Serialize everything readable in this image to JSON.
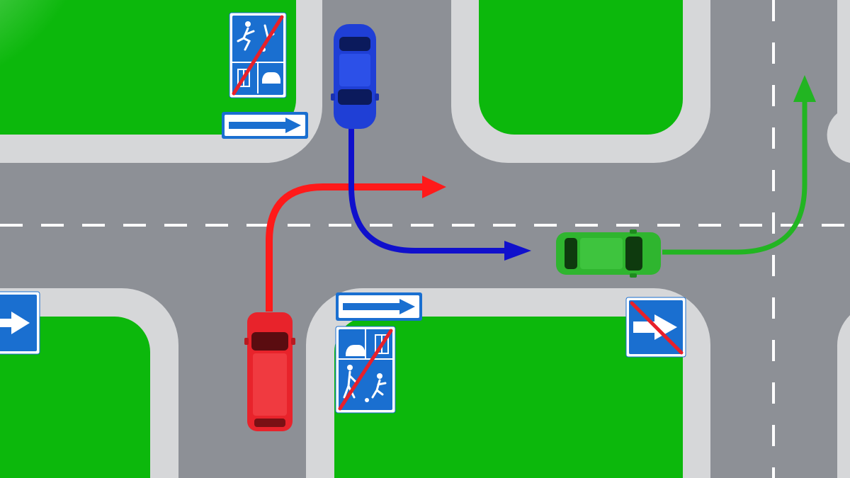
{
  "colors": {
    "road": "#8d9096",
    "sidewalk": "#d6d7d9",
    "grass": "#0cb80c",
    "lane_marking": "#ffffff",
    "sign_blue": "#1a6fd0",
    "sign_cross": "#e8202a",
    "red_car": "#e8232b",
    "blue_car": "#1f3fd6",
    "green_car": "#2fb52f",
    "red_path": "#ff1a1a",
    "blue_path": "#1010cc",
    "green_path": "#22b522"
  },
  "cars": [
    {
      "id": "blue",
      "heading": "south"
    },
    {
      "id": "red",
      "heading": "north"
    },
    {
      "id": "green",
      "heading": "east"
    }
  ],
  "paths": [
    {
      "id": "red",
      "manoeuvre": "right-turn"
    },
    {
      "id": "blue",
      "manoeuvre": "left-turn"
    },
    {
      "id": "green",
      "manoeuvre": "left-turn"
    }
  ],
  "signs": [
    {
      "id": "end-residential-zone-top",
      "icon": "end-of-residential-zone-icon"
    },
    {
      "id": "one-way-arrow-top",
      "icon": "one-way-arrow-icon"
    },
    {
      "id": "one-way-arrow-left",
      "icon": "one-way-arrow-icon"
    },
    {
      "id": "one-way-arrow-bottom",
      "icon": "one-way-arrow-icon"
    },
    {
      "id": "end-residential-zone-bottom",
      "icon": "end-of-residential-zone-icon"
    },
    {
      "id": "end-one-way-road",
      "icon": "end-of-one-way-road-icon"
    }
  ]
}
